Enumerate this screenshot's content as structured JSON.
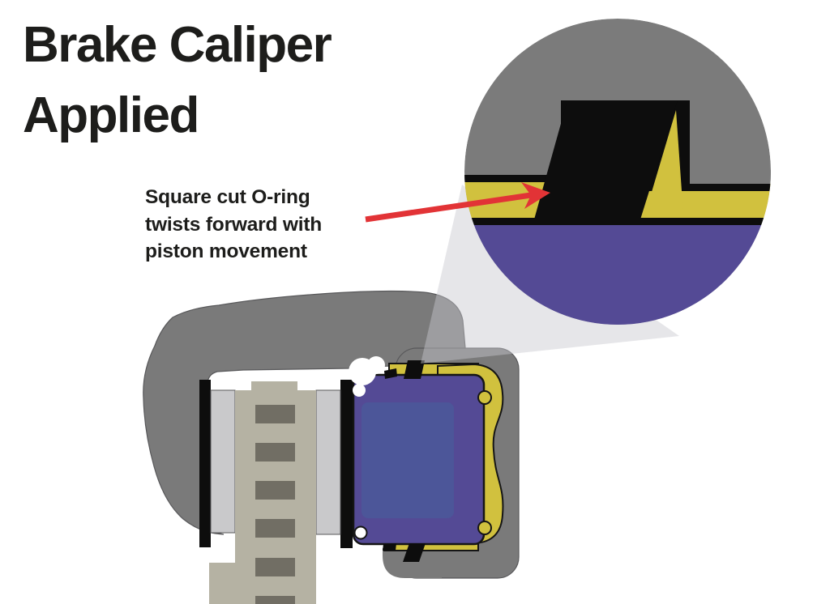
{
  "title": "Brake Caliper\nApplied",
  "annotation": {
    "text": "Square cut O-ring\ntwists forward with\npiston movement"
  },
  "magnifier": {
    "shows": "square-cut o-ring cross-section twisted by piston travel"
  },
  "colors": {
    "caliper_body": "#7a7a7a",
    "magnifier_body": "#7b7b7b",
    "rotor": "#b5b2a3",
    "rotor_slot": "#716e64",
    "brake_pad": "#c9c9cb",
    "backing_plate": "#0d0d0d",
    "piston": "#544a95",
    "piston_face": "#4c5699",
    "fluid_seal_yellow": "#d1c13e",
    "oring_black": "#0d0d0d",
    "magnifier_piston": "#544a95",
    "arrow_red": "#e23336",
    "title_text": "#1d1d1b",
    "cone": "rgba(200,200,207,0.45)",
    "outline_dark": "#151515",
    "outline_soft": "#58585a",
    "white": "#ffffff"
  }
}
